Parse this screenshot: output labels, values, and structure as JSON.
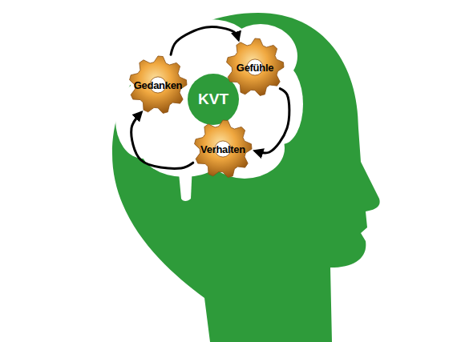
{
  "diagram": {
    "nodes": [
      {
        "text": [
          "Gedanken"
        ]
      },
      {
        "text": [
          "Gefühle"
        ]
      },
      {
        "text": [
          "KVT"
        ]
      },
      {
        "text": [
          "Verhalten"
        ]
      }
    ],
    "edges": [
      {
        "from": 0,
        "to": 1,
        "arrow": "to"
      },
      {
        "from": 1,
        "to": 3,
        "arrow": "to"
      },
      {
        "from": 3,
        "to": 0,
        "arrow": "to"
      }
    ]
  }
}
